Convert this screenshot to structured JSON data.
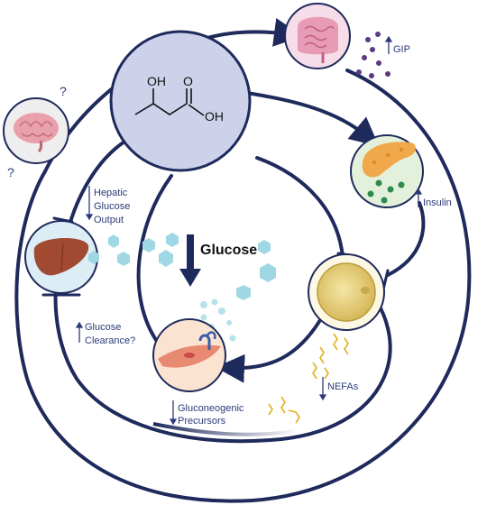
{
  "molecule": {
    "atom_oh_top": "OH",
    "atom_o_acid": "O",
    "atom_oh_acid": "OH"
  },
  "labels": {
    "gip": "GIP",
    "insulin": "Insulin",
    "hepatic_line1": "Hepatic",
    "hepatic_line2": "Glucose",
    "hepatic_line3": "Output",
    "glucose": "Glucose",
    "clearance_line1": "Glucose",
    "clearance_line2": "Clearance?",
    "nefas": "NEFAs",
    "gluco_line1": "Gluconeogenic",
    "gluco_line2": "Precursors",
    "question_1": "?",
    "question_2": "?"
  },
  "colors": {
    "arrow": "#1f2a5c",
    "molecule_fill": "#cdd2ea",
    "glucose_hex": "#9fd8e4",
    "label": "#2c3a78"
  },
  "icons": [
    "brain-icon",
    "intestine-icon",
    "pancreas-icon",
    "liver-icon",
    "adipocyte-icon",
    "muscle-cell-icon"
  ]
}
